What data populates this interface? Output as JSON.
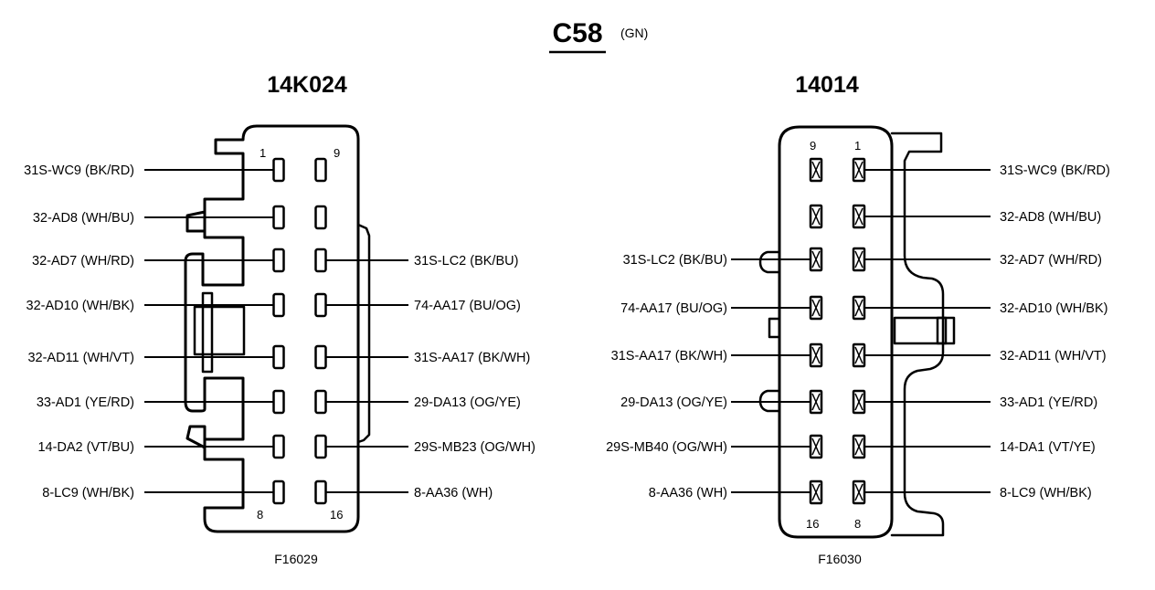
{
  "header": {
    "title": "C58",
    "subtitle": "(GN)"
  },
  "connectors": [
    {
      "part_number": "14K024",
      "figure_id": "F16029",
      "corner_labels": {
        "top_left": "1",
        "top_right": "9",
        "bottom_left": "8",
        "bottom_right": "16"
      },
      "left_wires": [
        "31S-WC9 (BK/RD)",
        "32-AD8 (WH/BU)",
        "32-AD7 (WH/RD)",
        "32-AD10 (WH/BK)",
        "32-AD11 (WH/VT)",
        "33-AD1 (YE/RD)",
        "14-DA2 (VT/BU)",
        "8-LC9 (WH/BK)"
      ],
      "right_wires": [
        "",
        "",
        "31S-LC2 (BK/BU)",
        "74-AA17 (BU/OG)",
        "31S-AA17 (BK/WH)",
        "29-DA13 (OG/YE)",
        "29S-MB23 (OG/WH)",
        "8-AA36 (WH)"
      ]
    },
    {
      "part_number": "14014",
      "figure_id": "F16030",
      "corner_labels": {
        "top_left": "9",
        "top_right": "1",
        "bottom_left": "16",
        "bottom_right": "8"
      },
      "left_wires": [
        "",
        "",
        "31S-LC2 (BK/BU)",
        "74-AA17 (BU/OG)",
        "31S-AA17 (BK/WH)",
        "29-DA13 (OG/YE)",
        "29S-MB40 (OG/WH)",
        "8-AA36 (WH)"
      ],
      "right_wires": [
        "31S-WC9 (BK/RD)",
        "32-AD8 (WH/BU)",
        "32-AD7 (WH/RD)",
        "32-AD10 (WH/BK)",
        "32-AD11 (WH/VT)",
        "33-AD1 (YE/RD)",
        "14-DA1 (VT/YE)",
        "8-LC9 (WH/BK)"
      ]
    }
  ]
}
